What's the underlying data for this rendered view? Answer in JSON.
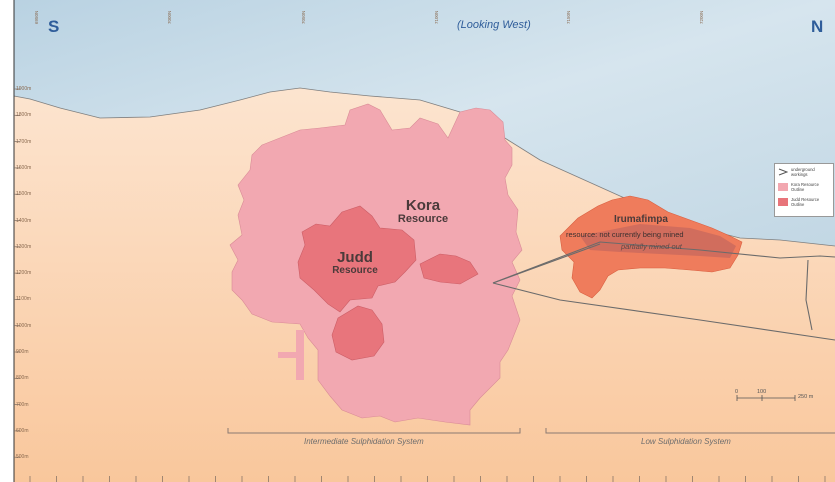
{
  "header": {
    "south_label": "S",
    "north_label": "N",
    "view_direction": "(Looking West)"
  },
  "northings": [
    "6950N",
    "7000N",
    "7050N",
    "7100N",
    "7150N",
    "7200N"
  ],
  "elevations": [
    "1900m",
    "1800m",
    "1700m",
    "1600m",
    "1500m",
    "1400m",
    "1300m",
    "1200m",
    "1100m",
    "1000m",
    "900m",
    "800m",
    "700m",
    "600m",
    "500m"
  ],
  "resources": {
    "kora": {
      "name": "Kora",
      "suffix": "Resource"
    },
    "judd": {
      "name": "Judd",
      "suffix": "Resource"
    },
    "irumafimpa": {
      "name": "Irumafimpa",
      "note": "resource: not currently being mined",
      "mined_note": "partially mined out"
    }
  },
  "systems": {
    "intermediate": "Intermediate Sulphidation System",
    "low": "Low Sulphidation System"
  },
  "legend": {
    "items": [
      {
        "label": "underground workings"
      },
      {
        "label": "Kora Resource Outline",
        "color": "#f2a7b0"
      },
      {
        "label": "Judd Resource Outline",
        "color": "#e8747a"
      }
    ]
  },
  "scale_bar": {
    "labels": [
      "0",
      "100",
      "250 m"
    ]
  },
  "colors": {
    "sky": "#c4d9e6",
    "ground_top": "#fde8d6",
    "ground_bottom": "#f9c9a0",
    "kora": "#f2a7b0",
    "judd": "#e8747a",
    "irumafimpa": "#ef7a5a"
  }
}
